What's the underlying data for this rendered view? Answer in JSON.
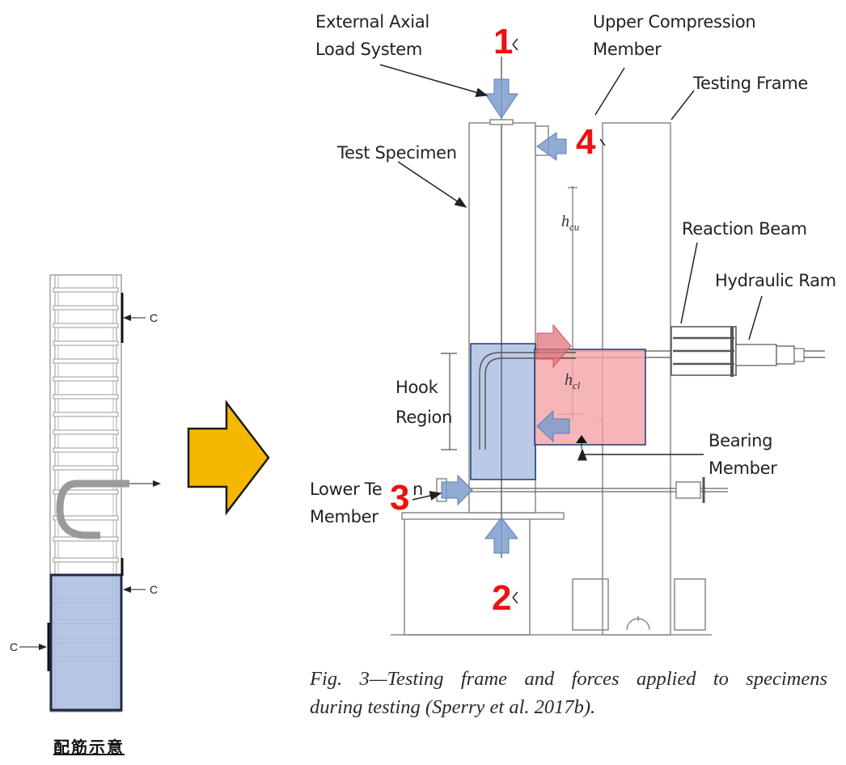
{
  "labels": {
    "external_axial_1": "External Axial",
    "external_axial_2": "Load System",
    "upper_compression_1": "Upper Compression",
    "upper_compression_2": "Member",
    "testing_frame": "Testing Frame",
    "test_specimen": "Test Specimen",
    "reaction_beam": "Reaction Beam",
    "hydraulic_ram": "Hydraulic Ram",
    "hook_region_1": "Hook",
    "hook_region_2": "Region",
    "bearing_member_1": "Bearing",
    "bearing_member_2": "Member",
    "lower_tension_1": "Lower Te",
    "lower_tension_1b": "n",
    "lower_tension_2": "Member"
  },
  "symbols": {
    "h_cu_base": "h",
    "h_cu_sub": "cu",
    "h_cl_base": "h",
    "h_cl_sub": "cl"
  },
  "force_numbers": {
    "n1": "1",
    "n2": "2",
    "n3": "3",
    "n4": "4"
  },
  "rebar_sketch": {
    "label_c_top": "C",
    "label_c_mid": "C",
    "label_c_bottom": "C",
    "caption": "配筋示意"
  },
  "caption": {
    "line1": "Fig. 3—Testing frame and forces applied to specimens",
    "line2": "during testing (Sperry et al. 2017b)."
  },
  "colors": {
    "arrow_big": "#f5b800",
    "highlight_blue": "#a9bde0",
    "highlight_red": "#f4a4a8",
    "force_arrow_blue": "#7d9ccc",
    "force_number_red": "#ee1111"
  }
}
